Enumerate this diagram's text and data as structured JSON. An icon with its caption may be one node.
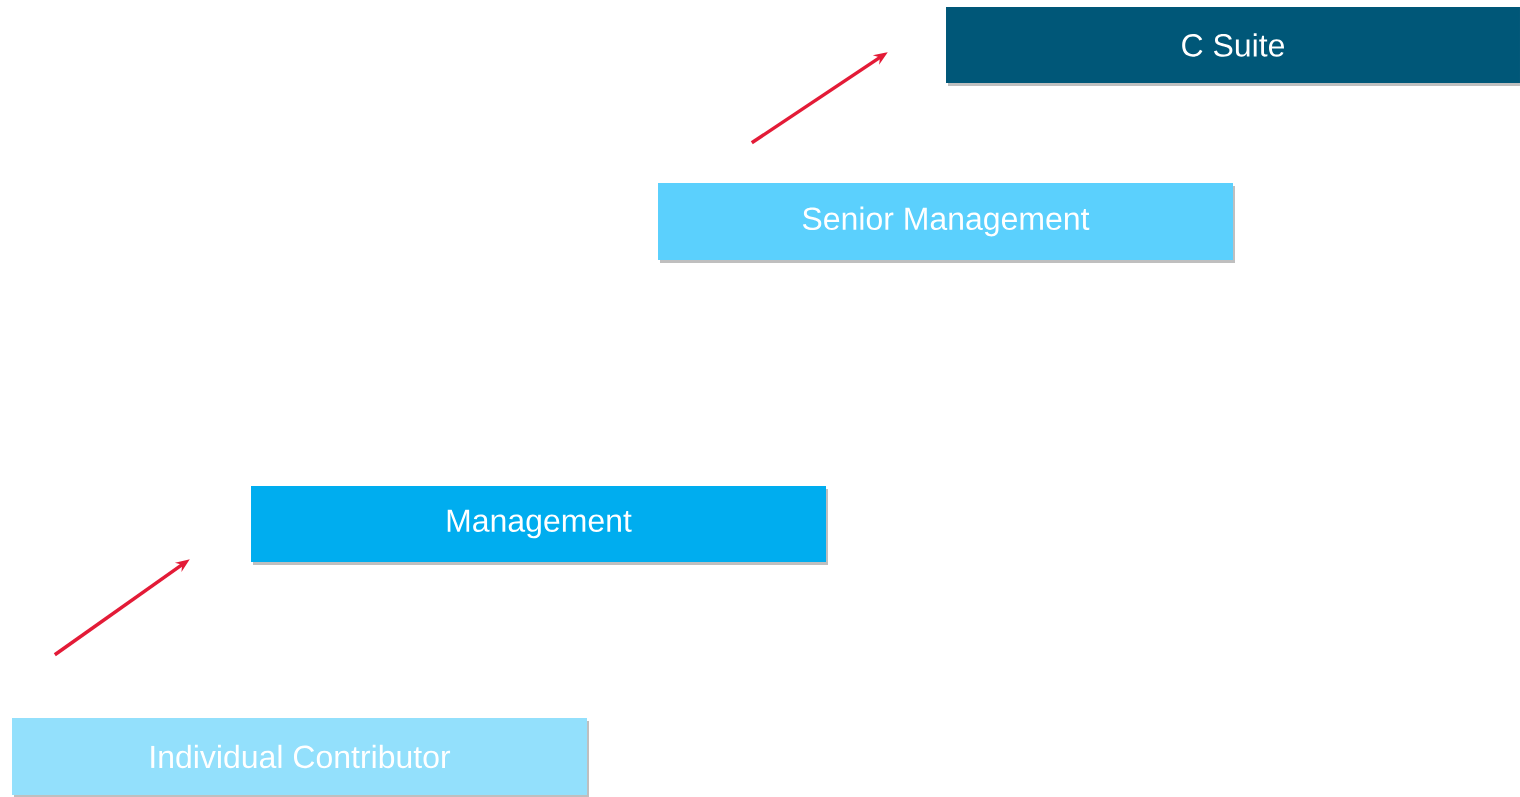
{
  "diagram": {
    "nodes": [
      {
        "text": [
          "Individual Contributor"
        ]
      },
      {
        "text": [
          "Management"
        ]
      },
      {
        "text": [
          "Senior Management"
        ]
      },
      {
        "text": [
          "C Suite"
        ]
      }
    ],
    "edges": [
      {
        "from": 0,
        "to": 1,
        "arrow": "to"
      },
      {
        "from": 2,
        "to": 3,
        "arrow": "to"
      }
    ]
  }
}
